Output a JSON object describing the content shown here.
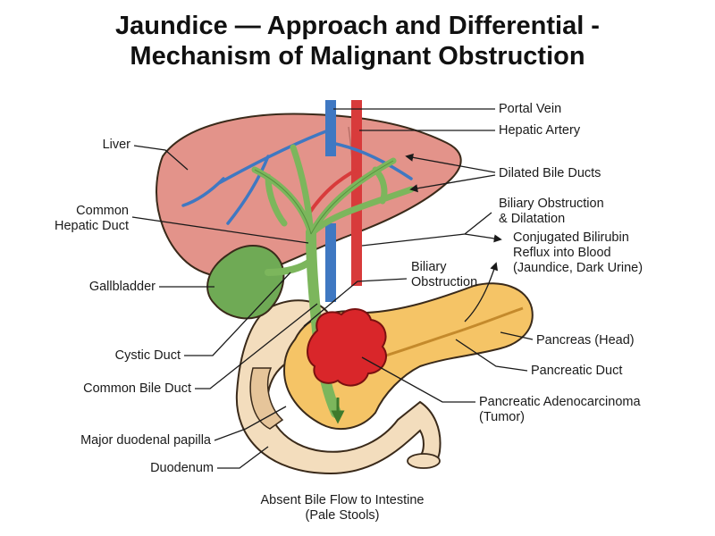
{
  "title": {
    "line1": "Jaundice — Approach and Differential -",
    "line2": "Mechanism of Malignant Obstruction"
  },
  "labels": {
    "portal_vein": "Portal Vein",
    "hepatic_artery": "Hepatic Artery",
    "liver": "Liver",
    "dilated_bile_ducts": "Dilated Bile Ducts",
    "biliary_obstruction_dilatation": [
      "Biliary Obstruction",
      "& Dilatation"
    ],
    "common_hepatic_duct": [
      "Common",
      "Hepatic Duct"
    ],
    "conjugated_bilirubin": [
      "Conjugated Bilirubin",
      "Reflux into Blood",
      "(Jaundice, Dark Urine)"
    ],
    "biliary_obstruction": [
      "Biliary",
      "Obstruction"
    ],
    "gallbladder": "Gallbladder",
    "pancreas_head": "Pancreas (Head)",
    "cystic_duct": "Cystic Duct",
    "pancreatic_duct": "Pancreatic Duct",
    "common_bile_duct": "Common Bile Duct",
    "pancreatic_adenocarcinoma": [
      "Pancreatic Adenocarcinoma",
      "(Tumor)"
    ],
    "major_duodenal_papilla": "Major duodenal papilla",
    "duodenum": "Duodenum",
    "absent_bile_flow": [
      "Absent Bile Flow to Intestine",
      "(Pale Stools)"
    ]
  },
  "colors": {
    "liver": "#e3938a",
    "gallbladder": "#6faa55",
    "bile_duct": "#7cb65c",
    "portal_vein": "#3f78c2",
    "hepatic_artery": "#d83b3b",
    "pancreas": "#f5c466",
    "duodenum": "#f3ddbd",
    "tumor": "#d9262a"
  }
}
